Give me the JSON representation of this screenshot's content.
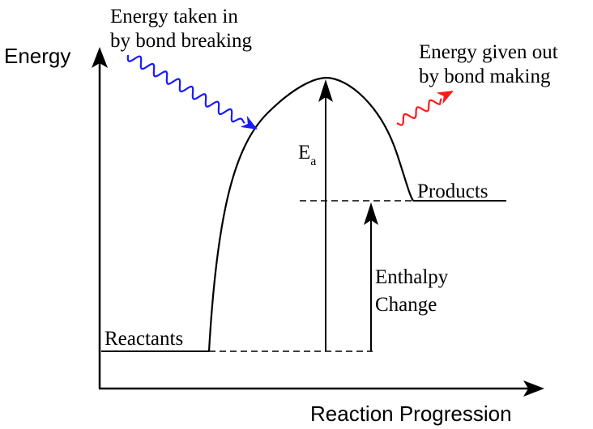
{
  "axes": {
    "y_label": "Energy",
    "x_label": "Reaction Progression"
  },
  "labels": {
    "bond_breaking_line1": "Energy taken in",
    "bond_breaking_line2": "by bond breaking",
    "bond_making_line1": "Energy given out",
    "bond_making_line2": "by bond making",
    "activation_energy": "E",
    "activation_energy_subscript": "a",
    "products": "Products",
    "reactants": "Reactants",
    "enthalpy_line1": "Enthalpy",
    "enthalpy_line2": "Change"
  },
  "colors": {
    "bond_breaking_arrow": "#1a1aff",
    "bond_making_arrow": "#ff1a1a",
    "ink": "#000000"
  }
}
